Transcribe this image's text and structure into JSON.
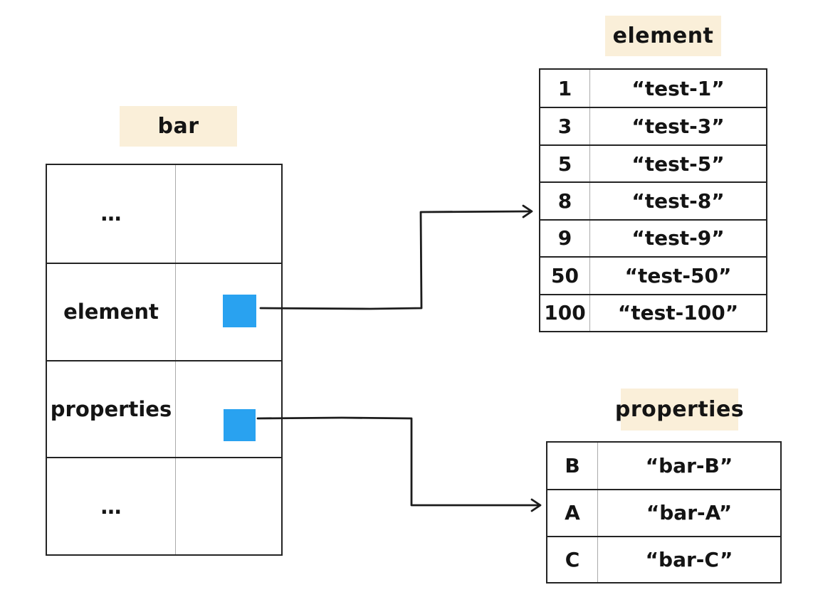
{
  "colors": {
    "highlight_bg": "#FAEFD9",
    "pointer_blue": "#29A2F0",
    "line_dark": "#1c1c1c",
    "divider_gray": "#ababab"
  },
  "bar_table": {
    "label": "bar",
    "rows": [
      {
        "name": "…",
        "has_pointer": false
      },
      {
        "name": "element",
        "has_pointer": true
      },
      {
        "name": "properties",
        "has_pointer": true
      },
      {
        "name": "…",
        "has_pointer": false
      }
    ]
  },
  "element_table": {
    "label": "element",
    "rows": [
      {
        "key": "1",
        "value": "“test-1”"
      },
      {
        "key": "3",
        "value": "“test-3”"
      },
      {
        "key": "5",
        "value": "“test-5”"
      },
      {
        "key": "8",
        "value": "“test-8”"
      },
      {
        "key": "9",
        "value": "“test-9”"
      },
      {
        "key": "50",
        "value": "“test-50”"
      },
      {
        "key": "100",
        "value": "“test-100”"
      }
    ]
  },
  "properties_table": {
    "label": "properties",
    "rows": [
      {
        "key": "B",
        "value": "“bar-B”"
      },
      {
        "key": "A",
        "value": "“bar-A”"
      },
      {
        "key": "C",
        "value": "“bar-C”"
      }
    ]
  }
}
